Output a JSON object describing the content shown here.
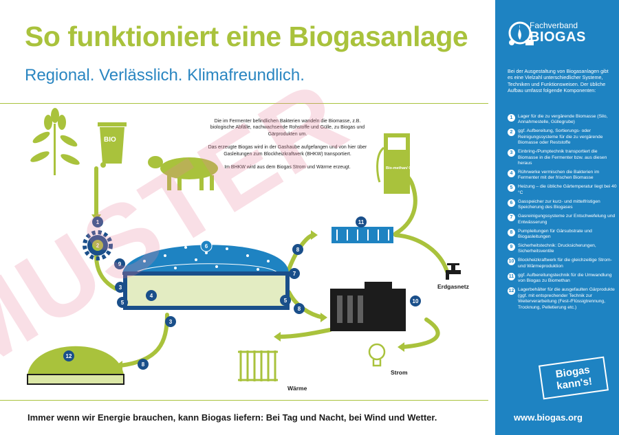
{
  "header": {
    "title": "So funktioniert eine Biogasanlage",
    "subtitle": "Regional. Verlässlich. Klimafreundlich."
  },
  "intro": {
    "p1": "Die im Fermenter befindlichen Bakterien wandeln die Biomasse, z.B. biologische Abfälle, nachwachsende Rohstoffe und Gülle, zu Biogas und Gärprodukten um.",
    "p2": "Das erzeugte Biogas wird in der Gashaube aufgefangen und von hier über Gasleitungen zum Blockheizkraftwerk (BHKW) transportiert.",
    "p3": "Im BHKW wird aus dem Biogas Strom und Wärme erzeugt."
  },
  "labels": {
    "bio_bin": "BIO",
    "biomethan": "Bio-methan/ CNG",
    "erdgasnetz": "Erdgasnetz",
    "strom": "Strom",
    "waerme": "Wärme"
  },
  "footer": "Immer wenn wir Energie brauchen, kann Biogas liefern: Bei Tag und Nacht, bei Wind und Wetter.",
  "watermark": "MUSTER",
  "sidebar": {
    "brand_small": "Fachverband",
    "brand_big": "BIOGAS",
    "intro": "Bei der Ausgestaltung von Biogasanlagen gibt es eine Vielzahl unterschiedlicher Systeme, Techniken und Funktionsweisen. Der übliche Aufbau umfasst folgende Komponenten:",
    "items": [
      {
        "num": "1",
        "text": "Lager für die zu vergärende Biomasse (Silo, Annahmestelle, Güllegrube)"
      },
      {
        "num": "2",
        "text": "ggf. Aufbereitung, Sortierungs- oder Reinigungssysteme für die zu vergärende Biomasse oder Reststoffe"
      },
      {
        "num": "3",
        "text": "Einbring-/Pumptechnik transportiert die Biomasse in die Fermenter bzw. aus diesen heraus"
      },
      {
        "num": "4",
        "text": "Rührwerke vermischen die Bakterien im Fermenter mit der frischen Biomasse"
      },
      {
        "num": "5",
        "text": "Heizung – die übliche Gärtemperatur liegt bei 40 °C"
      },
      {
        "num": "6",
        "text": "Gasspeicher zur kurz- und mittelfristigen Speicherung des Biogases"
      },
      {
        "num": "7",
        "text": "Gasreinigungssysteme zur Entschwefelung und Entwässerung"
      },
      {
        "num": "8",
        "text": "Pumpleitungen für Gärsubstrate und Biogasleitungen"
      },
      {
        "num": "9",
        "text": "Sicherheitstechnik: Drucksicherungen, Sicherheitsventile"
      },
      {
        "num": "10",
        "text": "Blockheizkraftwerk für die gleichzeitige Strom- und Wärmeproduktion"
      },
      {
        "num": "11",
        "text": "ggf. Aufbereitungstechnik für die Umwandlung von Biogas zu Biomethan"
      },
      {
        "num": "12",
        "text": "Lagerbehälter für die ausgefaulten Gärprodukte (ggf. mit entsprechender Technik zur Weiterverarbeitung (Fest-/Flüssigtrennung, Trocknung, Pelletierung etc.)"
      }
    ],
    "stamp_line1": "Biogas",
    "stamp_line2": "kann's!",
    "url": "www.biogas.org"
  },
  "colors": {
    "green": "#a9c23c",
    "blue": "#1e83c2",
    "navy": "#1a4f8a",
    "dark": "#1c1c1c"
  }
}
